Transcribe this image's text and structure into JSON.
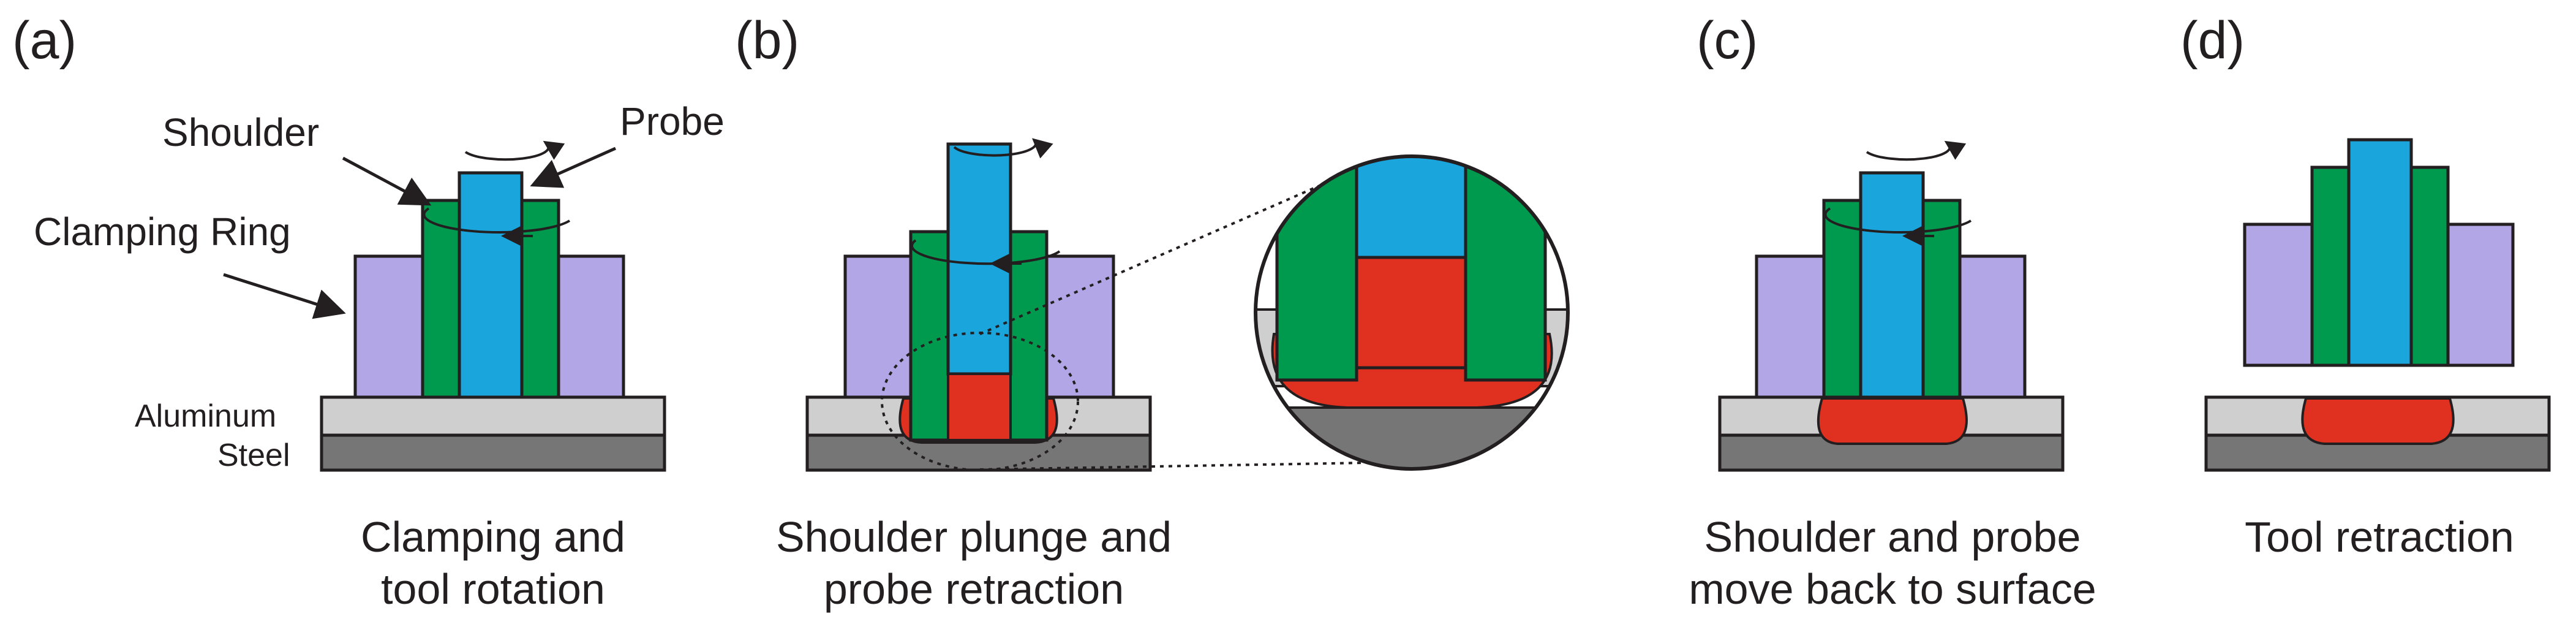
{
  "colors": {
    "clamp": "#b3a6e6",
    "shoulder": "#009a4e",
    "probe": "#1aa5dc",
    "aluminum": "#cfcfcf",
    "steel": "#767676",
    "stir_zone": "#e03020",
    "outline": "#231f20"
  },
  "panels": [
    {
      "id": "a",
      "tag": "(a)",
      "caption_lines": [
        "Clamping and",
        "tool rotation"
      ]
    },
    {
      "id": "b",
      "tag": "(b)",
      "caption_lines": [
        "Shoulder plunge and",
        "probe retraction"
      ]
    },
    {
      "id": "c",
      "tag": "(c)",
      "caption_lines": [
        "Shoulder and probe",
        "move back to surface"
      ]
    },
    {
      "id": "d",
      "tag": "(d)",
      "caption_lines": [
        "Tool retraction"
      ]
    }
  ],
  "labels": {
    "shoulder": "Shoulder",
    "probe": "Probe",
    "clamping_ring": "Clamping Ring",
    "aluminum": "Aluminum",
    "steel": "Steel"
  },
  "icons": [
    "rotation-arrow-icon",
    "pointer-arrow-icon"
  ]
}
